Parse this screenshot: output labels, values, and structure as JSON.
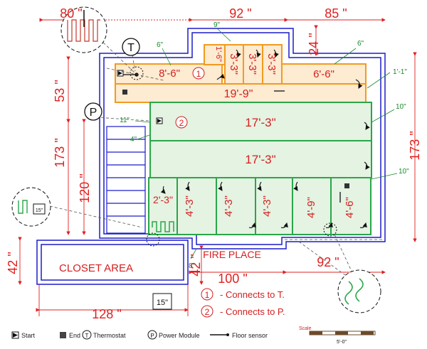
{
  "overall_dims": {
    "top_left": "80 \"",
    "top_mid": "92 \"",
    "top_right": "85 \"",
    "left_top": "53 \"",
    "left_mid": "173 \"",
    "left_inner": "120 \"",
    "right_main": "173 \"",
    "right_small": "24 \"",
    "closet_h": "42 \"",
    "closet_h2": "42 \"",
    "bottom_left": "128 \"",
    "bottom_mid": "100 \"",
    "bottom_right": "92 \""
  },
  "green_dims": {
    "d1": "9\"",
    "d2": "6\"",
    "d3": "6\"",
    "d4": "1'-1\"",
    "d5": "10\"",
    "d6": "10\"",
    "d7": "11\"",
    "d8": "4\"",
    "d9": "8\""
  },
  "mats": {
    "m1": "8'-6\"",
    "m2": "19'-9\"",
    "m3": "6'-6\"",
    "s1": "1'-6\"",
    "s2": "3'-3\"",
    "s3": "3'-3\"",
    "s4": "3'-3\"",
    "g1": "17'-3\"",
    "g2": "17'-3\"",
    "b1": "2'-3\"",
    "b2": "4'-3\"",
    "b3": "4'-3\"",
    "b4": "4'-3\"",
    "b5": "4'-9\"",
    "b6": "4'-6\""
  },
  "circle_labels": {
    "c1": "1",
    "c2": "2",
    "thermostat": "T",
    "power": "P"
  },
  "rooms": {
    "closet": "CLOSET AREA",
    "fireplace": "FIRE PLACE"
  },
  "badges": {
    "b15a": "15\"",
    "b15b": "15\""
  },
  "notes": [
    {
      "num": "1",
      "text": "- Connects to T."
    },
    {
      "num": "2",
      "text": "- Connects to P."
    }
  ],
  "legend": {
    "start": "Start",
    "end": "End",
    "thermostat_sym": "T",
    "thermostat": "Thermostat",
    "power_sym": "P",
    "power": "Power Module",
    "sensor": "Floor sensor",
    "scale_label": "Scale",
    "scale_value": "5'-0\""
  },
  "colors": {
    "wall": "#1c1ccc",
    "dim": "#e02020",
    "orange": "#f29a1f",
    "orange_fill": "#fdebd2",
    "green": "#2aa64a",
    "green_fill": "#e4f3e2"
  }
}
